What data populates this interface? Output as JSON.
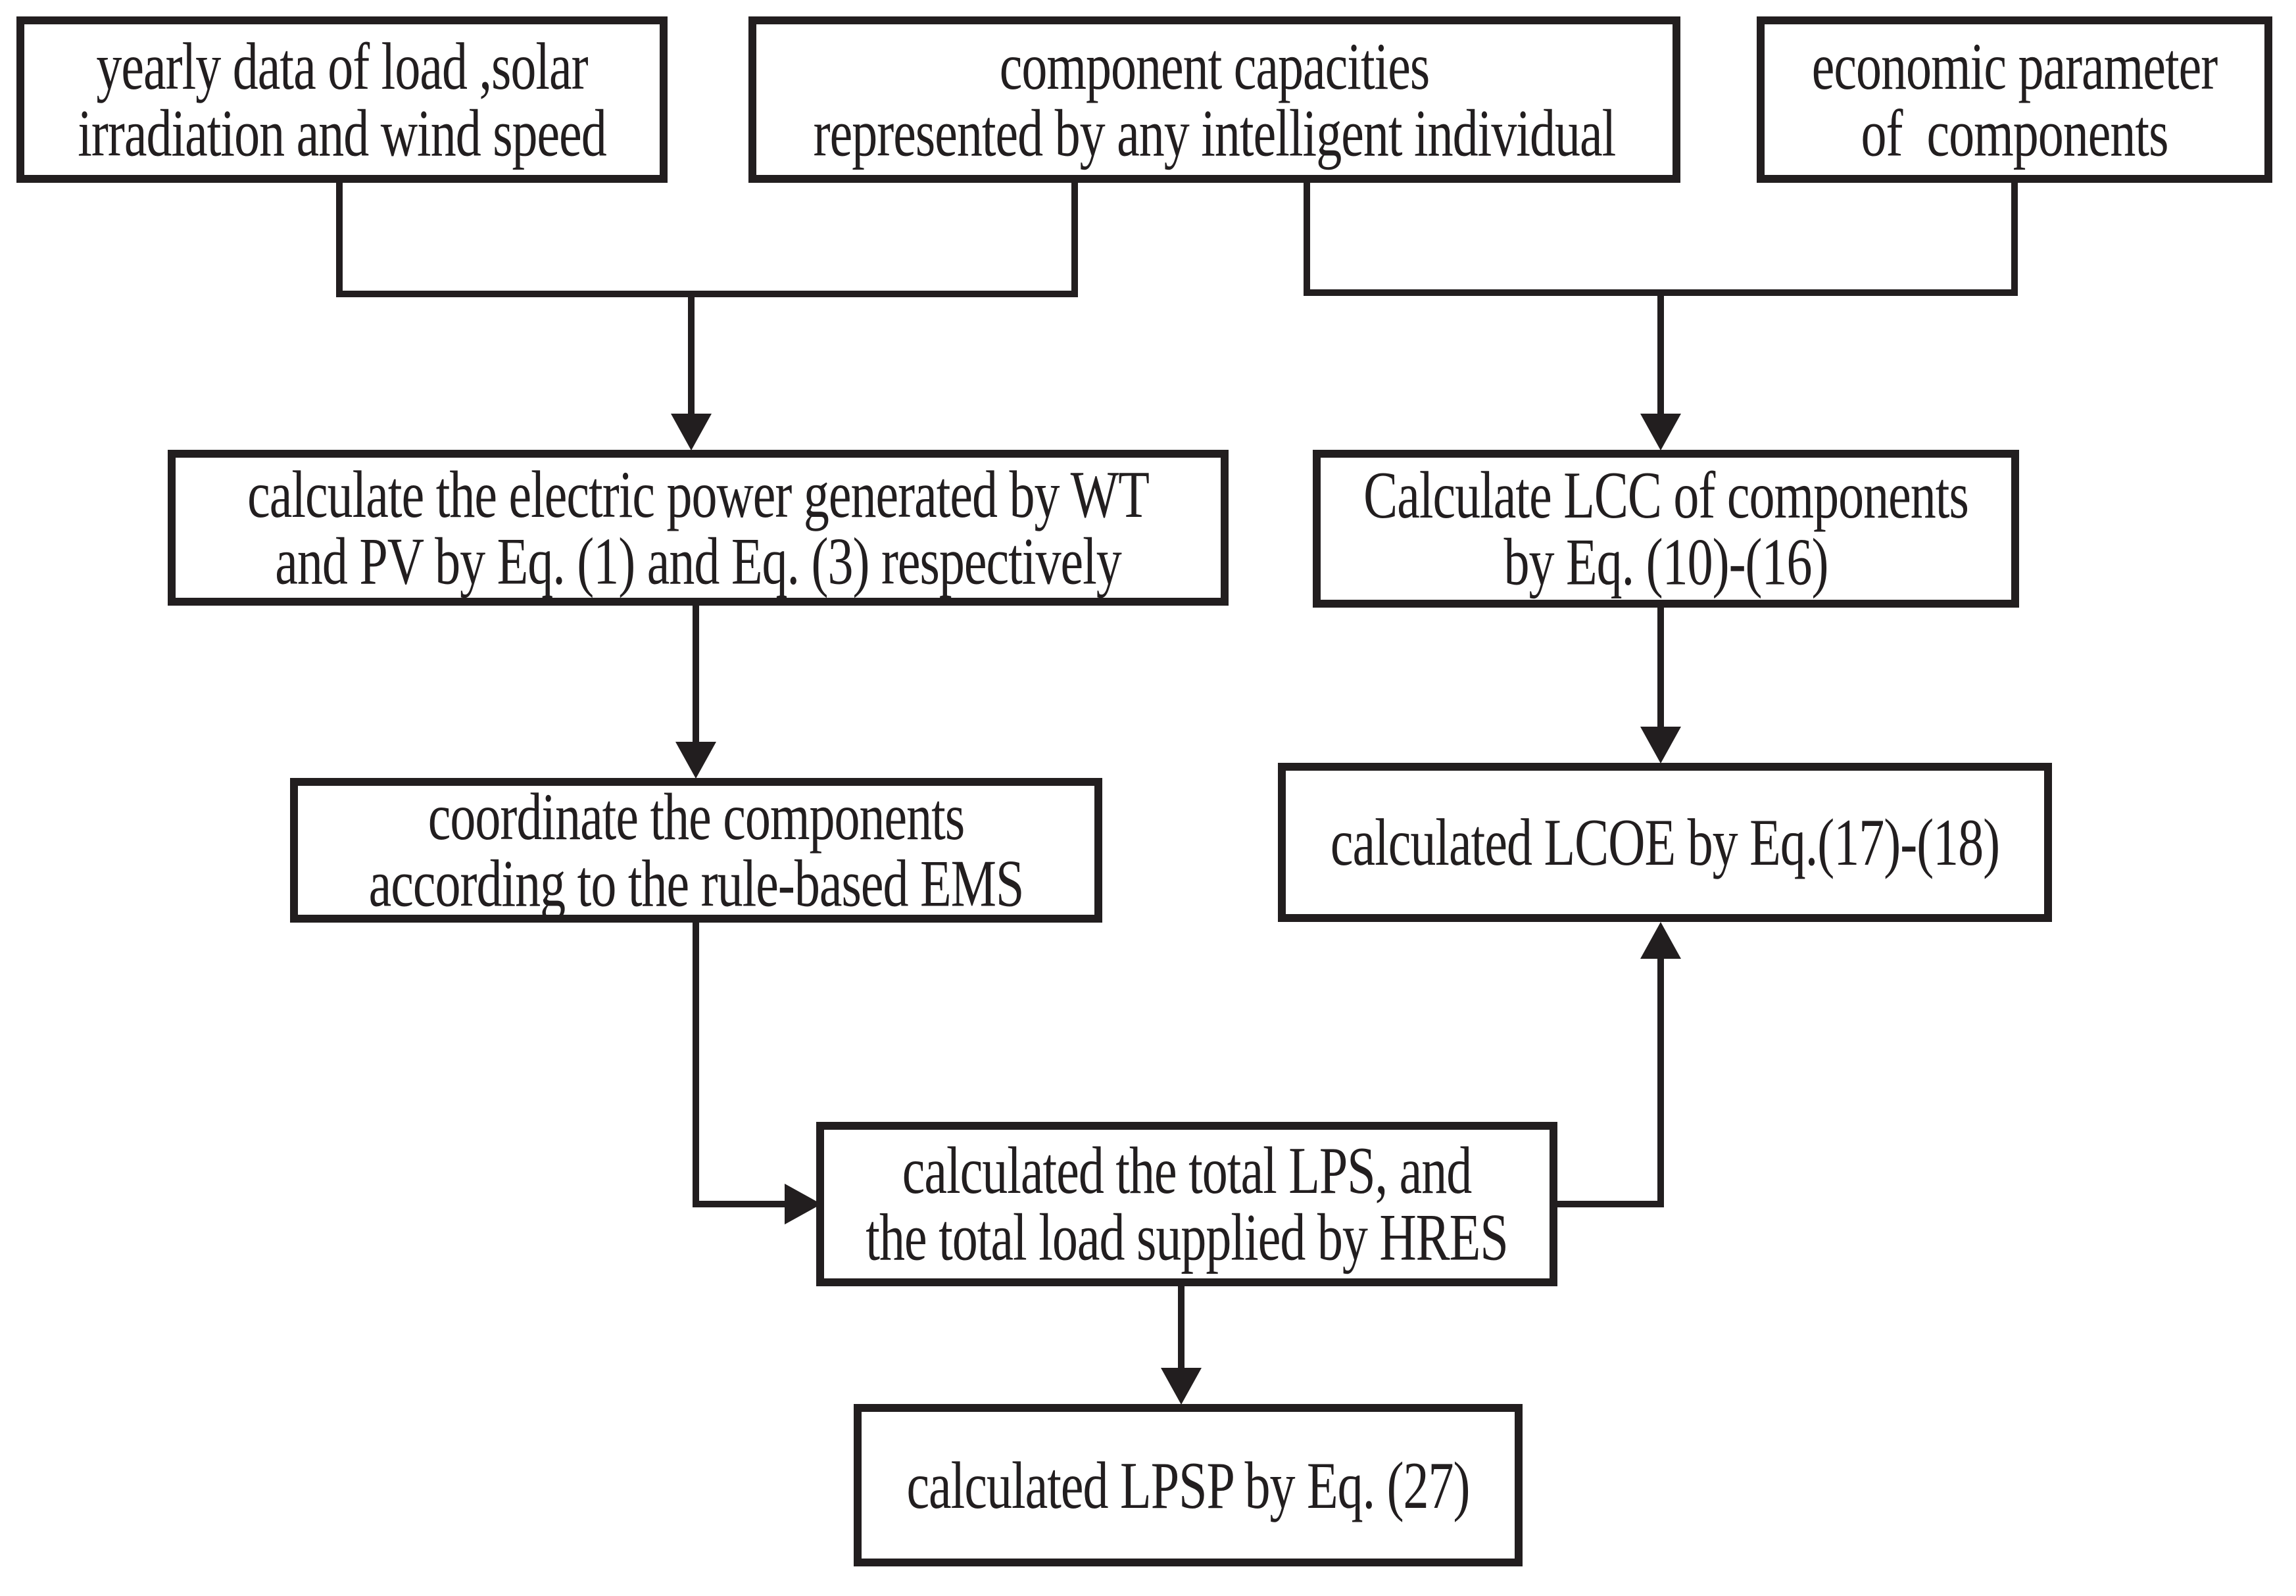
{
  "diagram": {
    "type": "flowchart",
    "background": "#ffffff",
    "ink": "#221e1f",
    "nodes": [
      {
        "id": "yearly-data",
        "lines": [
          "yearly data of load ,solar",
          "irradiation and wind speed"
        ]
      },
      {
        "id": "component-capacities",
        "lines": [
          "component capacities",
          "represented by any intelligent individual"
        ]
      },
      {
        "id": "economic-parameter",
        "lines": [
          "economic parameter",
          "of  components"
        ]
      },
      {
        "id": "calc-electric-power",
        "lines": [
          "calculate the electric power generated by WT",
          "and PV by Eq. (1) and Eq. (3) respectively"
        ]
      },
      {
        "id": "calc-lcc",
        "lines": [
          "Calculate LCC of components",
          "by Eq. (10)-(16)"
        ]
      },
      {
        "id": "coordinate-ems",
        "lines": [
          "coordinate the components",
          "according to the rule-based EMS"
        ]
      },
      {
        "id": "calc-lcoe",
        "lines": [
          "calculated LCOE by Eq.(17)-(18)"
        ]
      },
      {
        "id": "calc-lps",
        "lines": [
          "calculated the total LPS, and",
          "the total load supplied by HRES"
        ]
      },
      {
        "id": "calc-lpsp",
        "lines": [
          "calculated LPSP by Eq. (27)"
        ]
      }
    ]
  }
}
